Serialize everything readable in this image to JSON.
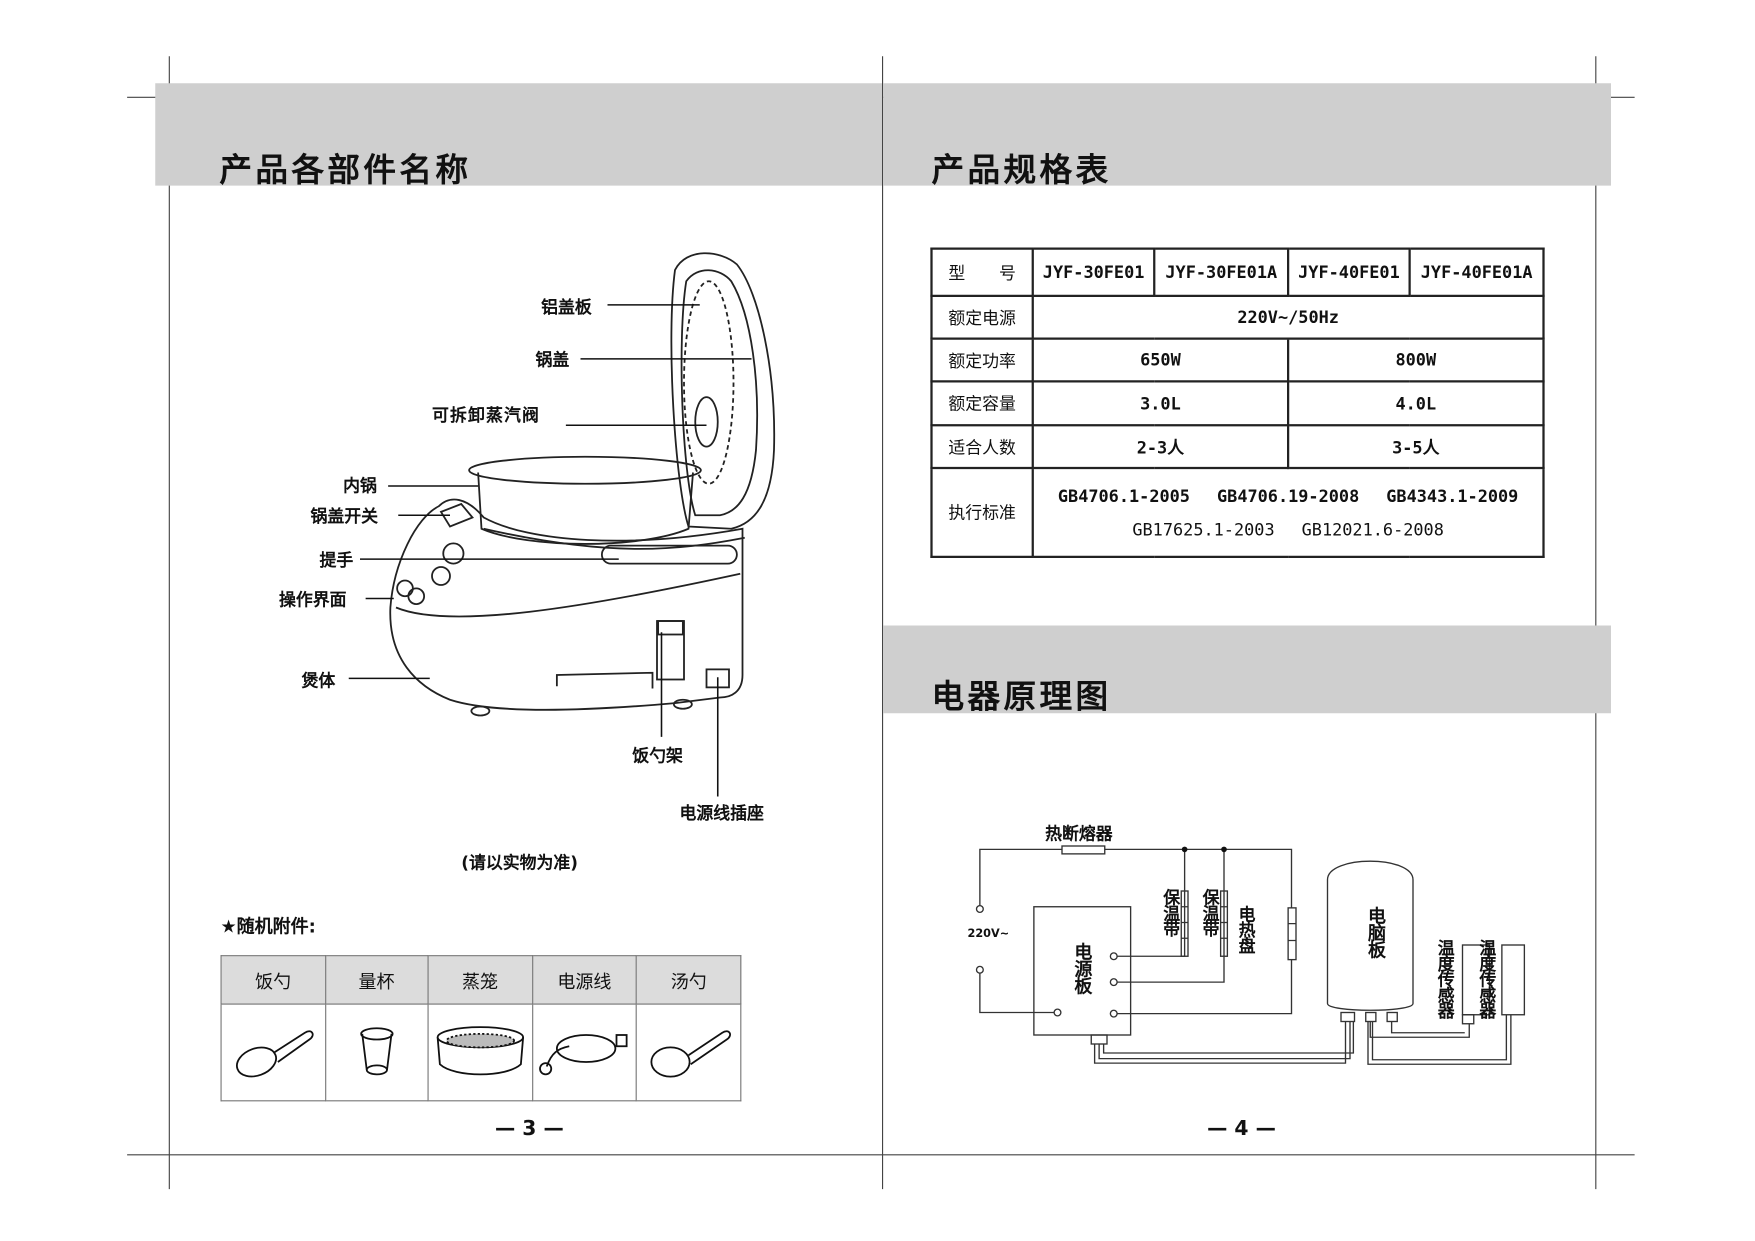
{
  "left_page": {
    "title": "产品各部件名称",
    "parts": {
      "aluminum_lid_plate": "铝盖板",
      "lid": "锅盖",
      "steam_valve": "可拆卸蒸汽阀",
      "inner_pot": "内锅",
      "lid_switch": "锅盖开关",
      "handle": "提手",
      "control_panel": "操作界面",
      "body": "煲体",
      "spoon_holder": "饭勺架",
      "power_socket": "电源线插座"
    },
    "note": "(请以实物为准)",
    "accessories_title": "★随机附件:",
    "accessories": [
      "饭勺",
      "量杯",
      "蒸笼",
      "电源线",
      "汤勺"
    ],
    "page_number": "— 3 —"
  },
  "right_page": {
    "spec_title": "产品规格表",
    "spec_table": {
      "model_label": "型　　号",
      "models": [
        "JYF-30FE01",
        "JYF-30FE01A",
        "JYF-40FE01",
        "JYF-40FE01A"
      ],
      "rows": {
        "power_supply": {
          "label": "额定电源",
          "value": "220V~/50Hz"
        },
        "rated_power": {
          "label": "额定功率",
          "values": [
            "650W",
            "800W"
          ]
        },
        "capacity": {
          "label": "额定容量",
          "values": [
            "3.0L",
            "4.0L"
          ]
        },
        "persons": {
          "label": "适合人数",
          "values": [
            "2-3人",
            "3-5人"
          ]
        },
        "standards": {
          "label": "执行标准",
          "line1": "GB4706.1-2005　 GB4706.19-2008　 GB4343.1-2009",
          "line2": "GB17625.1-2003　 GB12021.6-2008"
        }
      }
    },
    "circuit_title": "电器原理图",
    "circuit": {
      "fuse": "热断熔器",
      "voltage": "220V~",
      "power_board": "电源板",
      "warming_band_1": "保温带",
      "warming_band_2": "保温带",
      "heating_plate": "电热盘",
      "computer_board": "电脑板",
      "sensor_1": "温度传感器",
      "sensor_2": "温度传感器"
    },
    "page_number": "— 4 —"
  }
}
